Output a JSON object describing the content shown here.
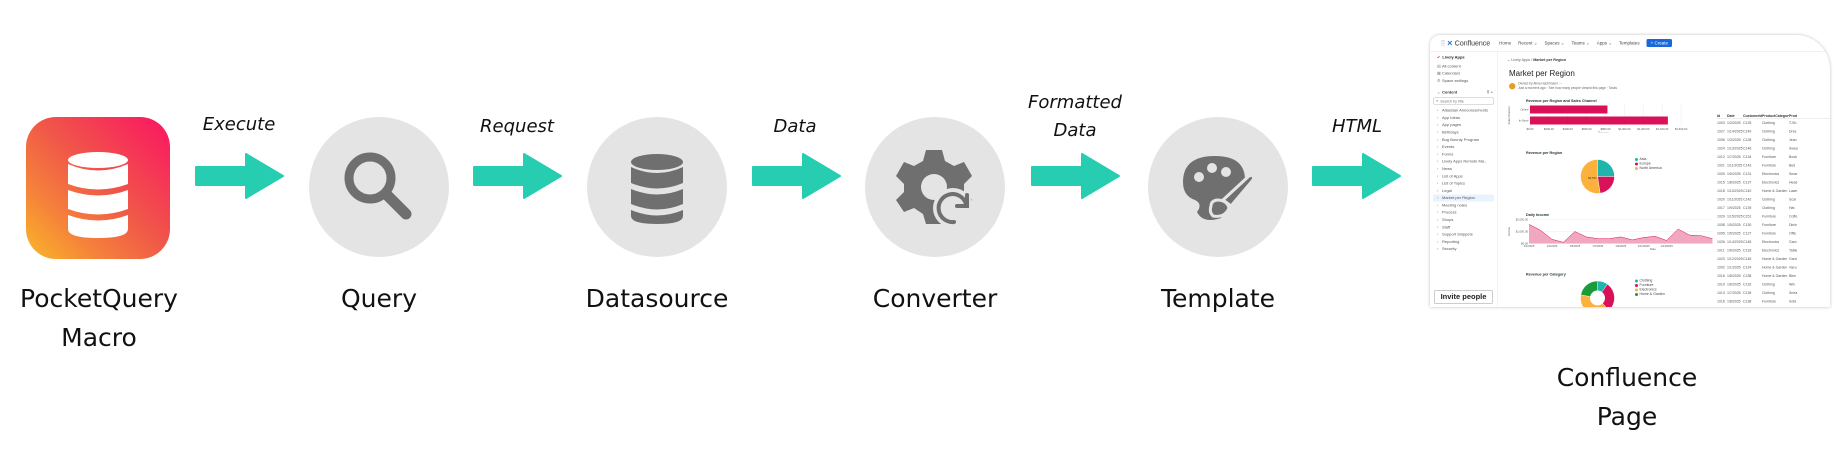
{
  "colors": {
    "arrow": "#26cdb0",
    "circle": "#e4e4e4",
    "icon": "#6f6f6f",
    "app_gradient_start": "#fb1463",
    "app_gradient_end": "#fbb829",
    "accent_pink": "#d81159"
  },
  "nodes": {
    "pocketquery": {
      "label_line1": "PocketQuery",
      "label_line2": "Macro",
      "icon": "database-icon"
    },
    "query": {
      "label": "Query",
      "icon": "magnifier-icon"
    },
    "datasource": {
      "label": "Datasource",
      "icon": "database-icon"
    },
    "converter": {
      "label": "Converter",
      "icon": "gear-refresh-icon"
    },
    "template": {
      "label": "Template",
      "icon": "palette-icon"
    },
    "confluence": {
      "label_line1": "Confluence",
      "label_line2": "Page"
    }
  },
  "edges": {
    "execute": "Execute",
    "request": "Request",
    "data": "Data",
    "formatted_line1": "Formatted",
    "formatted_line2": "Data",
    "html": "HTML"
  },
  "thumbnail": {
    "header": {
      "logo": "Confluence",
      "nav": [
        "Home",
        "Recent ⌄",
        "Spaces ⌄",
        "Teams ⌄",
        "Apps ⌄",
        "Templates"
      ],
      "create": "+ Create"
    },
    "sidebar": {
      "space": "Lively Apps",
      "links": [
        "All content",
        "Calendars",
        "Space settings"
      ],
      "content_label": "Content",
      "search_placeholder": "Search by title",
      "tree": [
        "Atlassian Announcements",
        "App Ideas",
        "App pages",
        "Birthdays",
        "Bug Bounty Program",
        "Events",
        "Forms",
        "Lively Apps Remote Ma...",
        "News",
        "List of Apps",
        "List of Topics",
        "Legal",
        "Market per Region",
        "Meeting notes",
        "Process",
        "Shops",
        "Staff",
        "Support Snippets",
        "Reporting",
        "Security"
      ],
      "selected": "Market per Region",
      "invite": "Invite people"
    },
    "page": {
      "breadcrumb_space": "Lively Apps",
      "breadcrumb_page": "Market per Region",
      "title": "Market per Region",
      "owner": "Owned by Alina Hachimann ···",
      "meta": "Just a moment ago · See how many people viewed this page · Tasks"
    },
    "bar_chart": {
      "title": "Revenue per Region and Sales Channel",
      "ylabel": "Sales Channel",
      "xlabel": "Revenue",
      "categories": [
        "Online",
        "In-Store"
      ],
      "values": [
        820,
        1460
      ],
      "ticks": [
        "$0.00",
        "$200.00",
        "$400.00",
        "$600.00",
        "$800.00",
        "$1,000.00",
        "$1,200.00",
        "$1,400.00",
        "$1,600.00"
      ]
    },
    "pie_chart": {
      "title": "Revenue per Region",
      "slices": [
        {
          "name": "Asia",
          "value": 25,
          "color": "#1fb5ad"
        },
        {
          "name": "Europe",
          "value": 22.5,
          "color": "#d81159"
        },
        {
          "name": "North America",
          "value": 52.5,
          "color": "#fbb13c"
        }
      ],
      "label": "52.5%"
    },
    "area_chart": {
      "title": "Daily Income",
      "ylabel": "Income",
      "xlabel": "Date",
      "yticks": [
        "$2,000.00",
        "$1,000.00",
        "$0.00"
      ],
      "xticks": [
        "1/1/2025",
        "1/3/2025",
        "1/5/2025",
        "1/7/2025",
        "1/9/2025",
        "1/11/2025",
        "1/13/2025"
      ],
      "values": [
        1600,
        1100,
        350,
        100,
        1000,
        550,
        400,
        400,
        550,
        300,
        500,
        600,
        250,
        1200,
        700,
        650,
        400
      ]
    },
    "donut_chart": {
      "title": "Revenue per Category",
      "slices": [
        {
          "name": "Clothing",
          "value": 10,
          "color": "#1fb5ad"
        },
        {
          "name": "Furniture",
          "value": 28,
          "color": "#d81159"
        },
        {
          "name": "Electronics",
          "value": 40,
          "color": "#fbb13c"
        },
        {
          "name": "Home & Garden",
          "value": 22,
          "color": "#1a9b3a"
        }
      ]
    },
    "table": {
      "columns": [
        "Id",
        "Date",
        "CustomerId",
        "ProductCategory",
        "Prod"
      ],
      "rows": [
        [
          "1003",
          "1/3/2025",
          "C125",
          "Clothing",
          "T-Sh"
        ],
        [
          "1027",
          "1/14/2025",
          "C149",
          "Clothing",
          "Dres"
        ],
        [
          "1006",
          "1/3/2025",
          "C128",
          "Clothing",
          "Jean"
        ],
        [
          "1024",
          "1/13/2025",
          "C146",
          "Clothing",
          "Swea"
        ],
        [
          "1012",
          "1/7/2025",
          "C134",
          "Furniture",
          "Book"
        ],
        [
          "1021",
          "1/11/2025",
          "C143",
          "Furniture",
          "Bed"
        ],
        [
          "1009",
          "1/5/2025",
          "C131",
          "Electronics",
          "Smar"
        ],
        [
          "1015",
          "1/8/2025",
          "C137",
          "Electronics",
          "Head"
        ],
        [
          "1018",
          "1/10/2025",
          "C140",
          "Home & Garden",
          "Lawn"
        ],
        [
          "1020",
          "1/11/2025",
          "C142",
          "Clothing",
          "Scar"
        ],
        [
          "1017",
          "1/9/2025",
          "C139",
          "Clothing",
          "Hat"
        ],
        [
          "1029",
          "1/15/2025",
          "C151",
          "Furniture",
          "Coffe"
        ],
        [
          "1008",
          "1/5/2025",
          "C130",
          "Furniture",
          "Dinin"
        ],
        [
          "1005",
          "1/5/2025",
          "C127",
          "Furniture",
          "Offic"
        ],
        [
          "1026",
          "1/14/2025",
          "C148",
          "Electronics",
          "Gam"
        ],
        [
          "1011",
          "1/6/2025",
          "C133",
          "Electronics",
          "Table"
        ],
        [
          "1023",
          "1/12/2025",
          "C145",
          "Home & Garden",
          "Gard"
        ],
        [
          "1002",
          "1/1/2025",
          "C124",
          "Home & Garden",
          "Vacu"
        ],
        [
          "1016",
          "1/8/2025",
          "C138",
          "Home & Garden",
          "Blen"
        ],
        [
          "1010",
          "1/6/2025",
          "C132",
          "Clothing",
          "Win"
        ],
        [
          "1013",
          "1/7/2025",
          "C135",
          "Clothing",
          "Snea"
        ],
        [
          "1016",
          "1/8/2025",
          "C138",
          "Furniture",
          "Sofa"
        ]
      ]
    }
  }
}
